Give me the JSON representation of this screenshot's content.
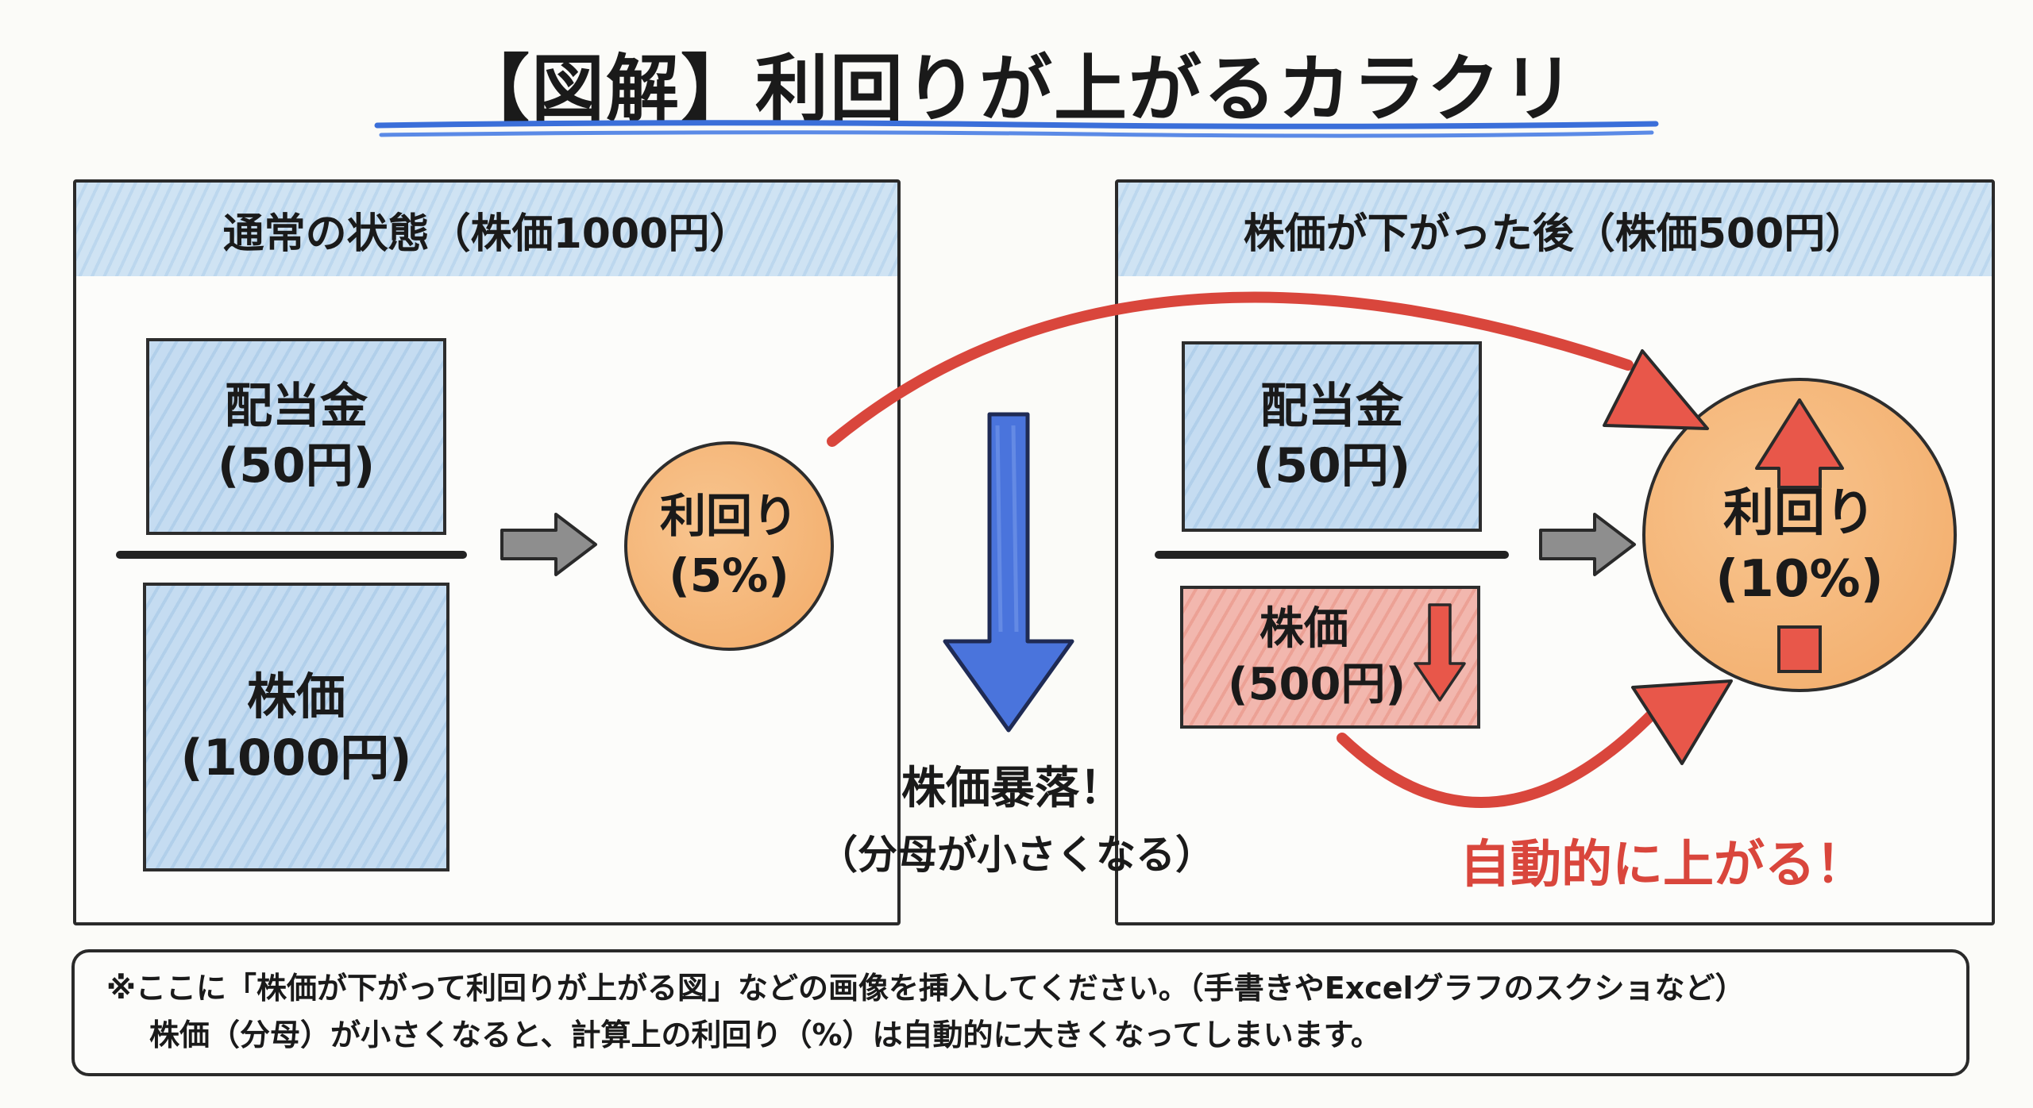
{
  "title": "【図解】利回りが上がるカラクリ",
  "colors": {
    "accent_blue": "#3b6fd9",
    "accent_red": "#e04a3c",
    "panel_blue": "#c5dcf1",
    "circle_orange": "#f2ab68",
    "arrow_gray": "#8a8a8a"
  },
  "left_panel": {
    "header": "通常の状態（株価1000円）",
    "dividend": {
      "label": "配当金",
      "value": "(50円)"
    },
    "price": {
      "label": "株価",
      "value": "(1000円)"
    },
    "yield": {
      "label": "利回り",
      "value": "(5%)"
    }
  },
  "middle": {
    "crash_line1": "株価暴落！",
    "crash_line2": "（分母が小さくなる）"
  },
  "right_panel": {
    "header": "株価が下がった後（株価500円）",
    "dividend": {
      "label": "配当金",
      "value": "(50円)"
    },
    "price": {
      "label": "株価",
      "value": "(500円)"
    },
    "yield": {
      "label": "利回り",
      "value": "(10%)"
    },
    "auto_rise": "自動的に上がる！"
  },
  "note": {
    "line1": "※ここに「株価が下がって利回りが上がる図」などの画像を挿入してください。（手書きやExcelグラフのスクショなど）",
    "line2": "株価（分母）が小さくなると、計算上の利回り（%）は自動的に大きくなってしまいます。"
  },
  "icons": [
    "gray-right-arrow-icon",
    "blue-down-arrow-icon",
    "red-curved-arrow-icon",
    "red-up-arrow-icon",
    "red-down-arrow-icon"
  ]
}
